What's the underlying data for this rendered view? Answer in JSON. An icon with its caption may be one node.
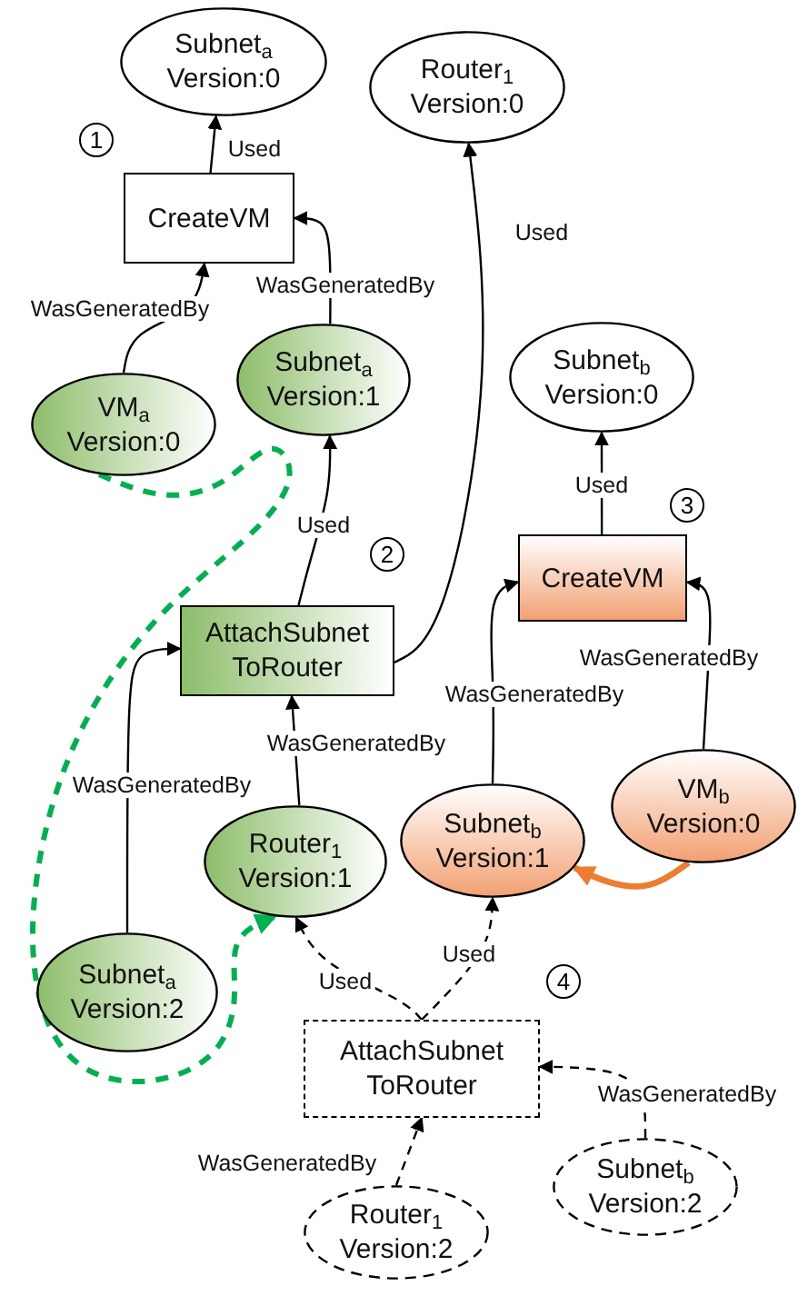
{
  "diagram": {
    "nodes": [
      {
        "text": [
          "Subnet$_{a}$ Version:0"
        ]
      },
      {
        "text": [
          "Router$_{1}$ Version:0"
        ]
      },
      {
        "text": [
          "CreateVM"
        ]
      },
      {
        "text": [
          "VM$_{a}$ Version:0"
        ]
      },
      {
        "text": [
          "Subnet$_{a}$ Version:1"
        ]
      },
      {
        "text": [
          "Subnet$_{b}$ Version:0"
        ]
      },
      {
        "text": [
          "CreateVM"
        ]
      },
      {
        "text": [
          "AttachSubnet ToRouter"
        ]
      },
      {
        "text": [
          "Subnet$_{b}$ Version:1"
        ]
      },
      {
        "text": [
          "VM$_{b}$ Version:0"
        ]
      },
      {
        "text": [
          "Router$_{1}$ Version:1"
        ]
      },
      {
        "text": [
          "Subnet$_{a}$ Version:2"
        ]
      },
      {
        "text": [
          "AttachSubnet ToRouter"
        ]
      },
      {
        "text": [
          "Router$_{1}$ Version:2"
        ]
      },
      {
        "text": [
          "Subnet$_{b}$ Version:2"
        ]
      }
    ],
    "edges": [
      {
        "from": 2,
        "to": 0,
        "arrow": "to",
        "label": "Used"
      },
      {
        "from": 3,
        "to": 2,
        "arrow": "to",
        "label": "WasGeneratedBy"
      },
      {
        "from": 4,
        "to": 2,
        "arrow": "to",
        "label": "WasGeneratedBy"
      },
      {
        "from": 7,
        "to": 4,
        "arrow": "to",
        "label": "Used"
      },
      {
        "from": 7,
        "to": 1,
        "arrow": "to",
        "label": "Used"
      },
      {
        "from": 6,
        "to": 5,
        "arrow": "to",
        "label": "Used"
      },
      {
        "from": 8,
        "to": 6,
        "arrow": "to",
        "label": "WasGeneratedBy"
      },
      {
        "from": 9,
        "to": 6,
        "arrow": "to",
        "label": "WasGeneratedBy"
      },
      {
        "from": 11,
        "to": 7,
        "arrow": "to",
        "label": "WasGeneratedBy"
      },
      {
        "from": 10,
        "to": 7,
        "arrow": "to",
        "label": "WasGeneratedBy"
      },
      {
        "from": 12,
        "to": 10,
        "arrow": "to",
        "label": "Used",
        "style": "dashed"
      },
      {
        "from": 12,
        "to": 8,
        "arrow": "to",
        "label": "Used",
        "style": "dashed"
      },
      {
        "from": 13,
        "to": 12,
        "arrow": "to",
        "label": "WasGeneratedBy",
        "style": "dashed"
      },
      {
        "from": 14,
        "to": 12,
        "arrow": "to",
        "label": "WasGeneratedBy",
        "style": "dashed"
      },
      {
        "from": 9,
        "to": 8,
        "arrow": "to",
        "style": "thick",
        "color": "#ed7d31"
      },
      {
        "from": 3,
        "to": 10,
        "arrow": "to",
        "style": "dashed",
        "color": "#00b050"
      }
    ],
    "labels": [
      "1",
      "2",
      "3",
      "4"
    ]
  }
}
